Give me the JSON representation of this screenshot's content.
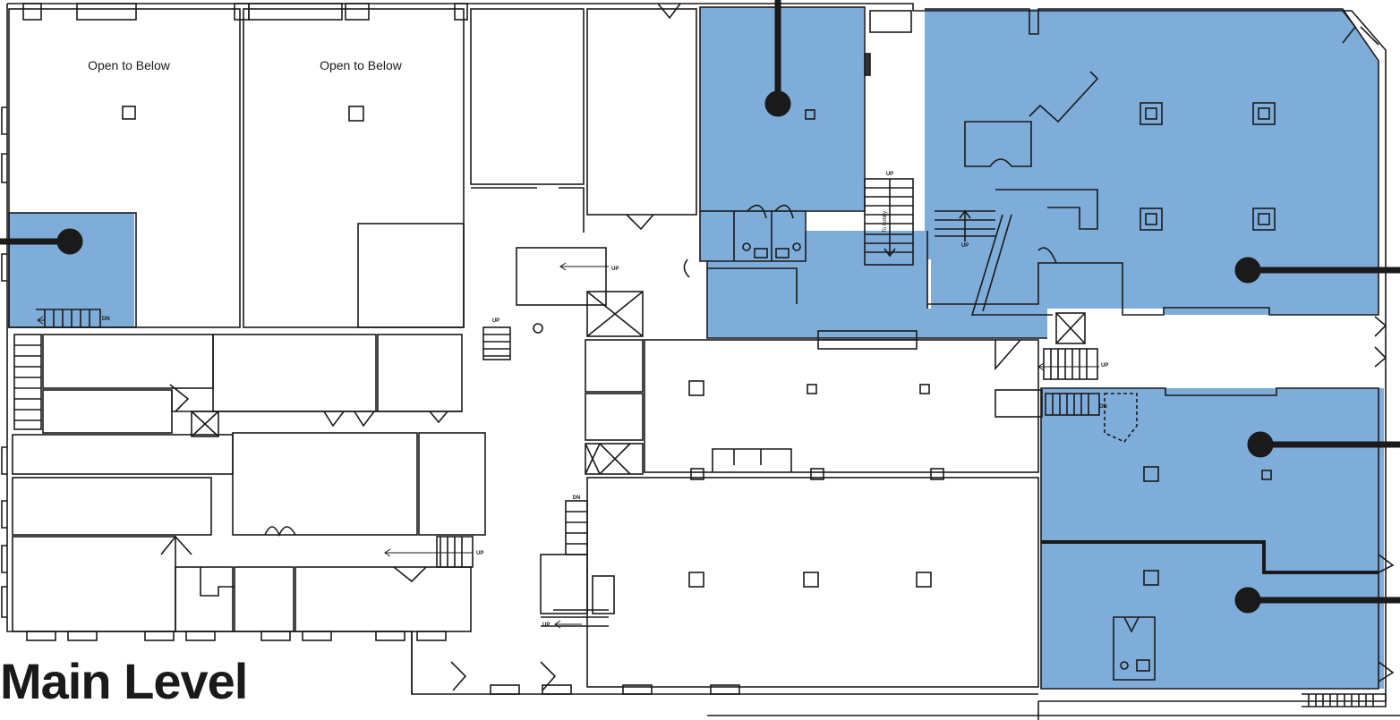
{
  "diagram": {
    "title": "Main Level",
    "labels": {
      "open_to_below_left": "Open to Below",
      "open_to_below_right": "Open to Below",
      "up": "UP",
      "dn": "DN",
      "to_lobby": "To Lobby",
      "unreadable_stair_note": "..."
    },
    "colors": {
      "highlight": "#7eadd9",
      "wall": "#1a1a1a",
      "background": "#ffffff"
    },
    "callout_count": 5
  }
}
